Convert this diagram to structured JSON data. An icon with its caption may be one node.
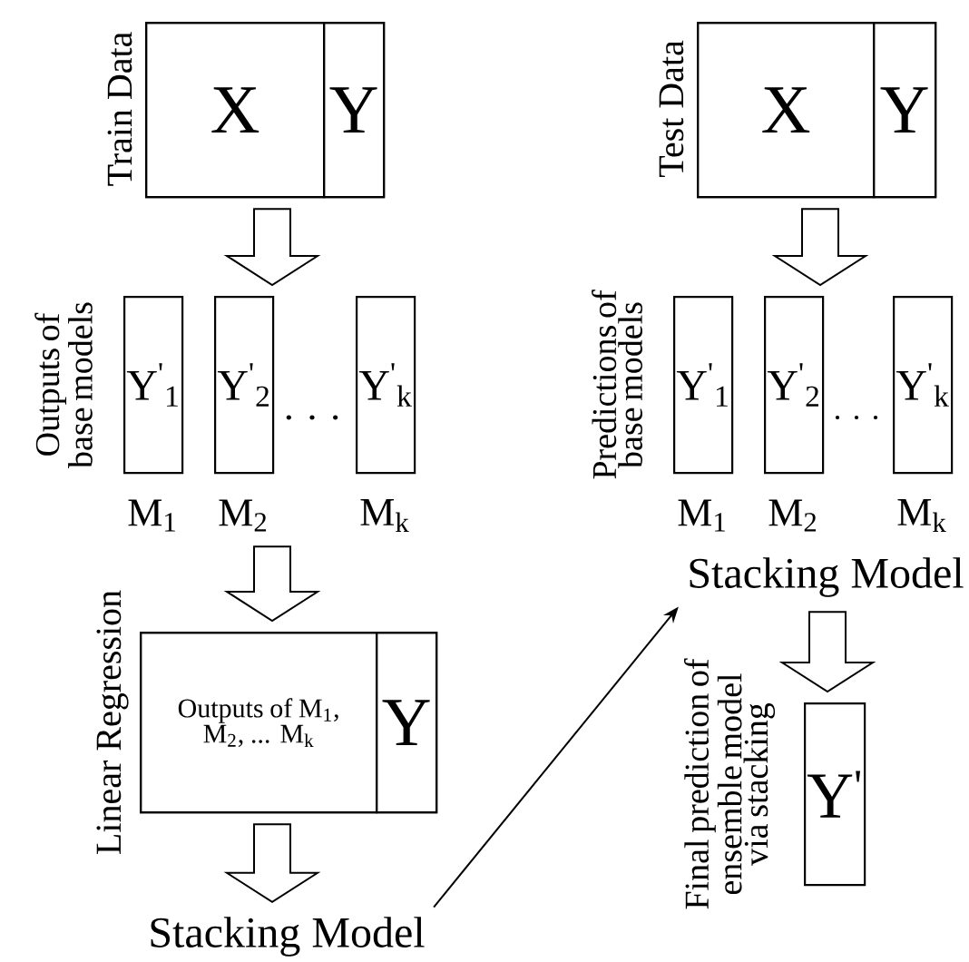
{
  "diagram": {
    "nodes": [
      {
        "text": [
          "Train Data"
        ]
      },
      {
        "text": [
          "X"
        ],
        "in": 0
      },
      {
        "text": [
          "Y"
        ],
        "in": 0
      },
      {
        "text": [
          "Y$^{'}$$_{1}$"
        ],
        "beside": [
          "M$_{1}$"
        ]
      },
      {
        "text": [
          "Y$^{'}$$_{2}$"
        ],
        "beside": [
          "M$_{2}$"
        ]
      },
      {
        "text": [
          "Y$^{'}$$_{k}$"
        ],
        "beside": [
          "M$_{k}$"
        ]
      },
      {
        "text": [
          "Linear Regression"
        ]
      },
      {
        "text": [
          "Outputs of M$_{1}$, M$_{2}$, ... M$_{k}$"
        ],
        "in": 6
      },
      {
        "text": [
          "Y"
        ],
        "in": 6
      },
      {
        "text": [
          "Stacking Model"
        ]
      },
      {
        "text": [
          "Test Data"
        ]
      },
      {
        "text": [
          "X"
        ],
        "in": 10
      },
      {
        "text": [
          "Y"
        ],
        "in": 10
      },
      {
        "text": [
          "Y$^{'}$$_{1}$"
        ],
        "beside": [
          "M$_{1}$"
        ]
      },
      {
        "text": [
          "Y$^{'}$$_{2}$"
        ],
        "beside": [
          "M$_{2}$"
        ]
      },
      {
        "text": [
          "Y$^{'}$$_{k}$"
        ],
        "beside": [
          "M$_{k}$"
        ]
      },
      {
        "text": [
          "Stacking Model"
        ]
      },
      {
        "text": [
          "Y$^{'}$"
        ],
        "beside": [
          "Final prediction of ensemble model via stacking"
        ]
      }
    ],
    "edges": [
      {
        "from": 0,
        "to": 4,
        "arrow": "to",
        "style": "thick"
      },
      {
        "from": 4,
        "to": 6,
        "arrow": "to",
        "style": "thick"
      },
      {
        "from": 6,
        "to": 9,
        "arrow": "to",
        "style": "thick"
      },
      {
        "from": 9,
        "to": 16,
        "arrow": "to"
      },
      {
        "from": 10,
        "to": 14,
        "arrow": "to",
        "style": "thick"
      },
      {
        "from": 16,
        "to": 17,
        "arrow": "to",
        "style": "thick"
      }
    ],
    "labels": [
      "Outputs of base models",
      ". . .",
      "Predictions of base models",
      ". . ."
    ]
  }
}
